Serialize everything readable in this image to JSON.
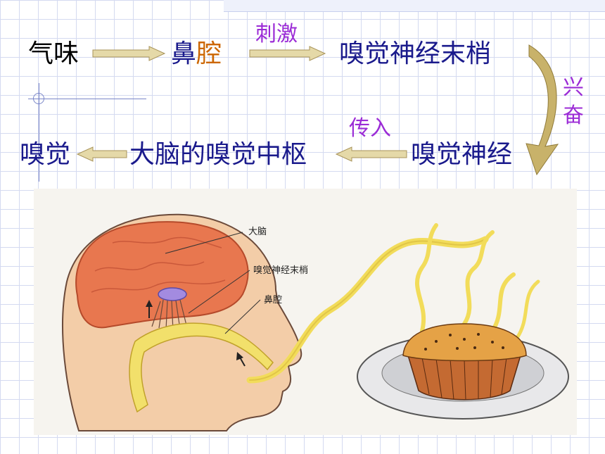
{
  "flow": {
    "odor": "气味",
    "nasal_part1": "鼻",
    "nasal_part2": "腔",
    "stimulate": "刺激",
    "olfactory_endings": "嗅觉神经末梢",
    "excite_1": "兴",
    "excite_2": "奋",
    "olfactory_nerve": "嗅觉神经",
    "transmit": "传入",
    "brain_center": "大脑的嗅觉中枢",
    "smell": "嗅觉"
  },
  "illustration": {
    "label_brain": "大脑",
    "label_endings": "嗅觉神经末梢",
    "label_nasal": "鼻腔"
  },
  "colors": {
    "main_text": "#1a1a8c",
    "accent_purple": "#9b2bd6",
    "accent_orange": "#cc6600",
    "arrow_fill": "#c8b26a"
  }
}
